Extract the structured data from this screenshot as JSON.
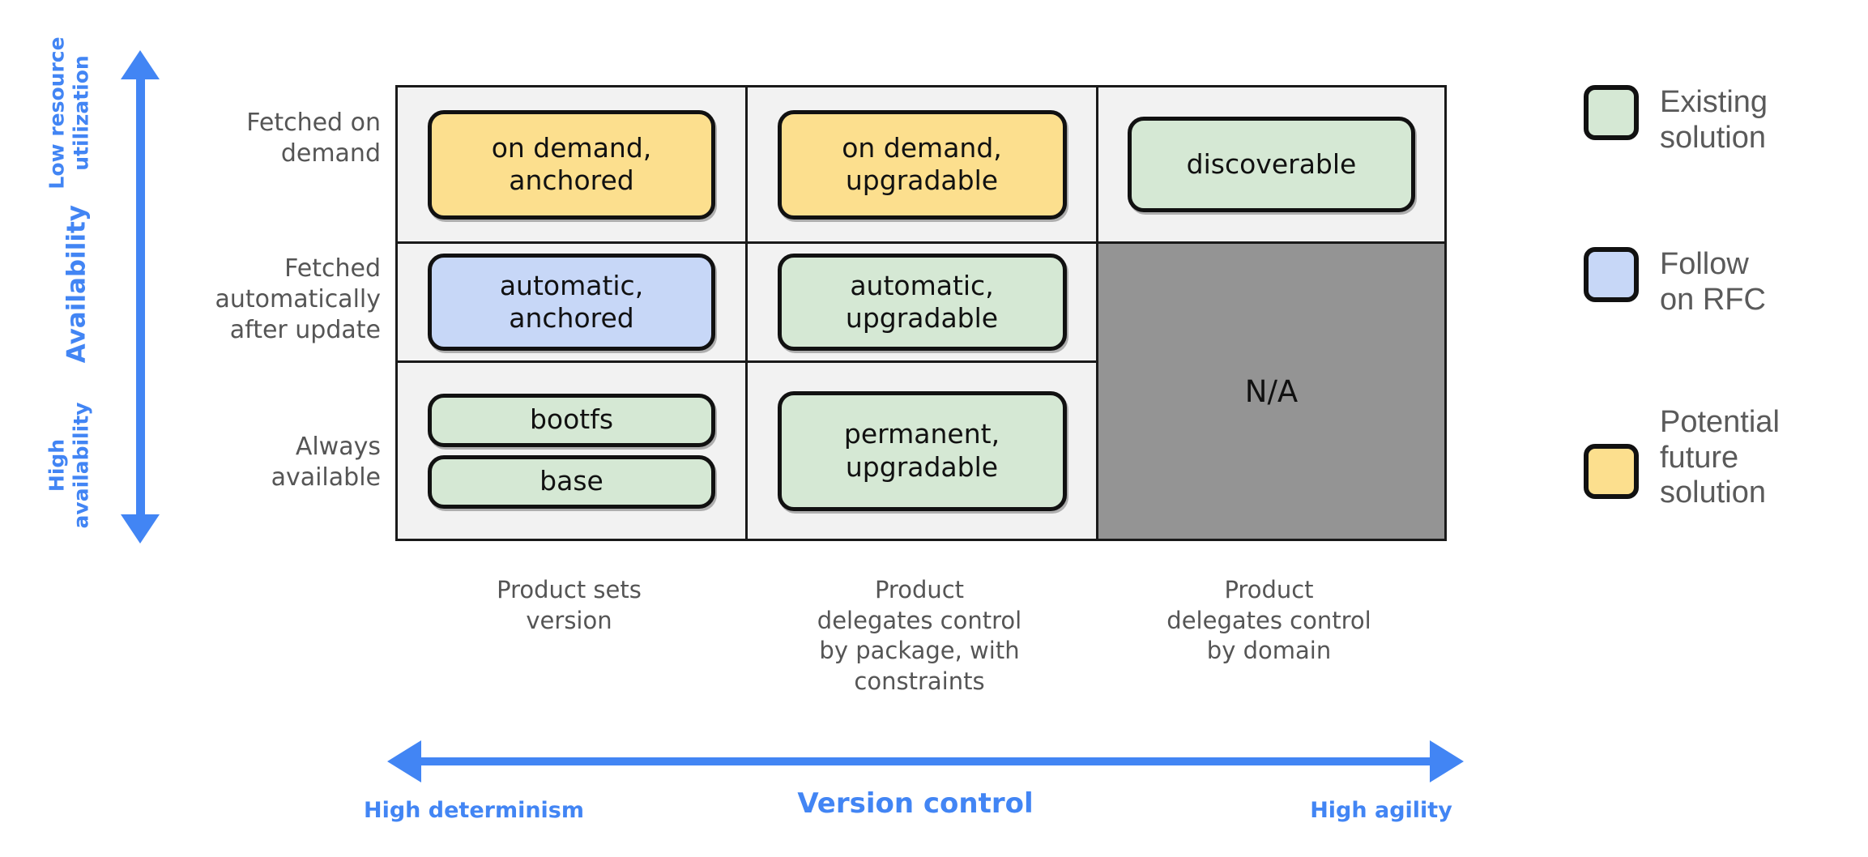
{
  "vertical_axis": {
    "title": "Availability",
    "top_label": "Low resource\nutilization",
    "bottom_label": "High\navailability",
    "color": "#4285F4",
    "arrow": "double-headed-vertical-arrow"
  },
  "horizontal_axis": {
    "title": "Version control",
    "left_label": "High determinism",
    "right_label": "High agility",
    "color": "#4285F4",
    "arrow": "double-headed-horizontal-arrow"
  },
  "row_labels": [
    "Fetched on\ndemand",
    "Fetched\nautomatically\nafter update",
    "Always\navailable"
  ],
  "column_labels": [
    "Product sets\nversion",
    "Product\ndelegates control\nby package, with\nconstraints",
    "Product\ndelegates control\nby domain"
  ],
  "cells": {
    "r1c1": {
      "label": "on demand,\nanchored",
      "category": "yellow"
    },
    "r1c2": {
      "label": "on demand,\nupgradable",
      "category": "yellow"
    },
    "r1c3": {
      "label": "discoverable",
      "category": "green"
    },
    "r2c1": {
      "label": "automatic,\nanchored",
      "category": "blue"
    },
    "r2c2": {
      "label": "automatic,\nupgradable",
      "category": "green"
    },
    "r3c1a": {
      "label": "bootfs",
      "category": "green"
    },
    "r3c1b": {
      "label": "base",
      "category": "green"
    },
    "r3c2": {
      "label": "permanent,\nupgradable",
      "category": "green"
    },
    "na": {
      "label": "N/A",
      "category": "gray"
    }
  },
  "legend": {
    "items": [
      {
        "label": "Existing\nsolution",
        "category": "green",
        "color": "#D5E8D4"
      },
      {
        "label": "Follow\non RFC",
        "category": "blue",
        "color": "#C7D7F7"
      },
      {
        "label": "Potential\nfuture\nsolution",
        "category": "yellow",
        "color": "#FCDF8E"
      }
    ]
  },
  "colors": {
    "green": "#D5E8D4",
    "blue": "#C7D7F7",
    "yellow": "#FCDF8E",
    "gray": "#949494",
    "accent": "#4285F4",
    "outline": "#111111",
    "cell_bg": "#F2F2F2",
    "label_text": "#555555"
  }
}
